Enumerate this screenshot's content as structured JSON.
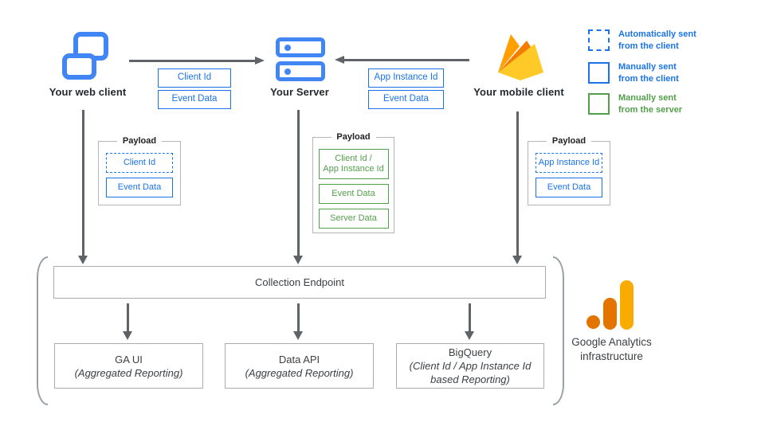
{
  "top": {
    "web_client_label": "Your web client",
    "server_label": "Your Server",
    "mobile_client_label": "Your mobile client",
    "web_tags": [
      {
        "text": "Client Id"
      },
      {
        "text": "Event Data"
      }
    ],
    "mobile_tags": [
      {
        "text": "App Instance Id"
      },
      {
        "text": "Event Data"
      }
    ]
  },
  "legend": [
    {
      "line1": "Automatically sent",
      "line2": "from the client",
      "style": "blue-dashed"
    },
    {
      "line1": "Manually sent",
      "line2": "from the client",
      "style": "blue-solid"
    },
    {
      "line1": "Manually sent",
      "line2": "from the server",
      "style": "green-solid"
    }
  ],
  "payloads": {
    "web": {
      "title": "Payload",
      "items": [
        {
          "text": "Client Id"
        },
        {
          "text": "Event Data"
        }
      ]
    },
    "server": {
      "title": "Payload",
      "items": [
        {
          "text": "Client Id /",
          "text2": "App Instance Id"
        },
        {
          "text": "Event Data"
        },
        {
          "text": "Server Data"
        }
      ]
    },
    "mobile": {
      "title": "Payload",
      "items": [
        {
          "text": "App Instance Id"
        },
        {
          "text": "Event Data"
        }
      ]
    }
  },
  "infra": {
    "endpoint": "Collection Endpoint",
    "outputs": [
      {
        "name": "GA UI",
        "subtitle": "(Aggregated Reporting)"
      },
      {
        "name": "Data API",
        "subtitle": "(Aggregated Reporting)"
      },
      {
        "name": "BigQuery",
        "subtitle": "(Client Id / App Instance Id based Reporting)"
      }
    ],
    "caption_line1": "Google Analytics",
    "caption_line2": "infrastructure"
  },
  "colors": {
    "blue": "#1a73e8",
    "icon_blue": "#4285f4",
    "green": "#529e4a",
    "arrow_gray": "#5f6368",
    "border_gray": "#9aa0a6",
    "text_dark": "#3c4043",
    "ga_amber": "#f9ab00",
    "ga_orange": "#e37400",
    "firebase_yellow": "#ffca28",
    "firebase_orange": "#f57c00",
    "firebase_amber": "#ffa000"
  }
}
